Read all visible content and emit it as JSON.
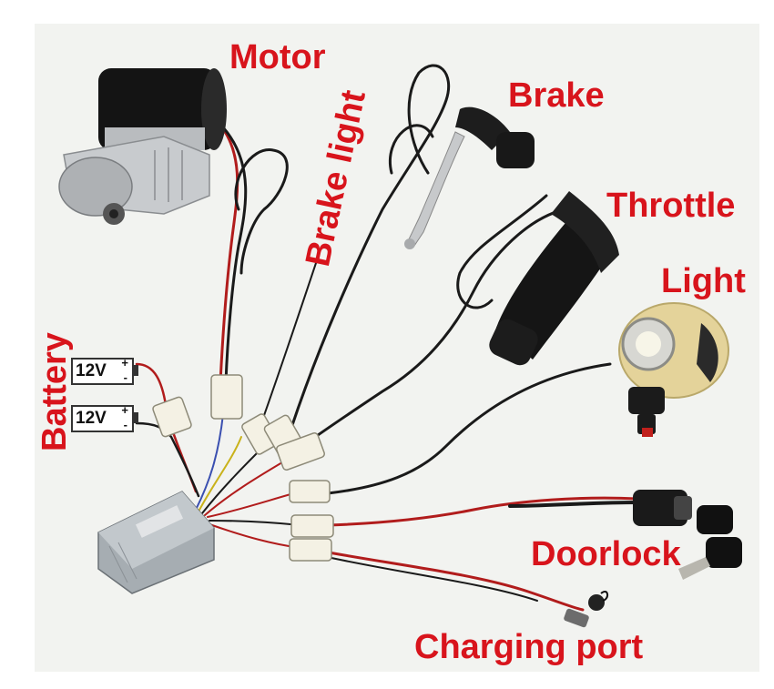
{
  "labels": {
    "motor": "Motor",
    "brake_light": "Brake light",
    "brake": "Brake",
    "throttle": "Throttle",
    "light": "Light",
    "battery": "Battery",
    "doorlock": "Doorlock",
    "charging_port": "Charging port"
  },
  "batteries": [
    {
      "voltage": "12V",
      "plus": "+",
      "minus": "-"
    },
    {
      "voltage": "12V",
      "plus": "+",
      "minus": "-"
    }
  ],
  "colors": {
    "label_red": "#d8141c",
    "background": "#f2f3f0"
  }
}
